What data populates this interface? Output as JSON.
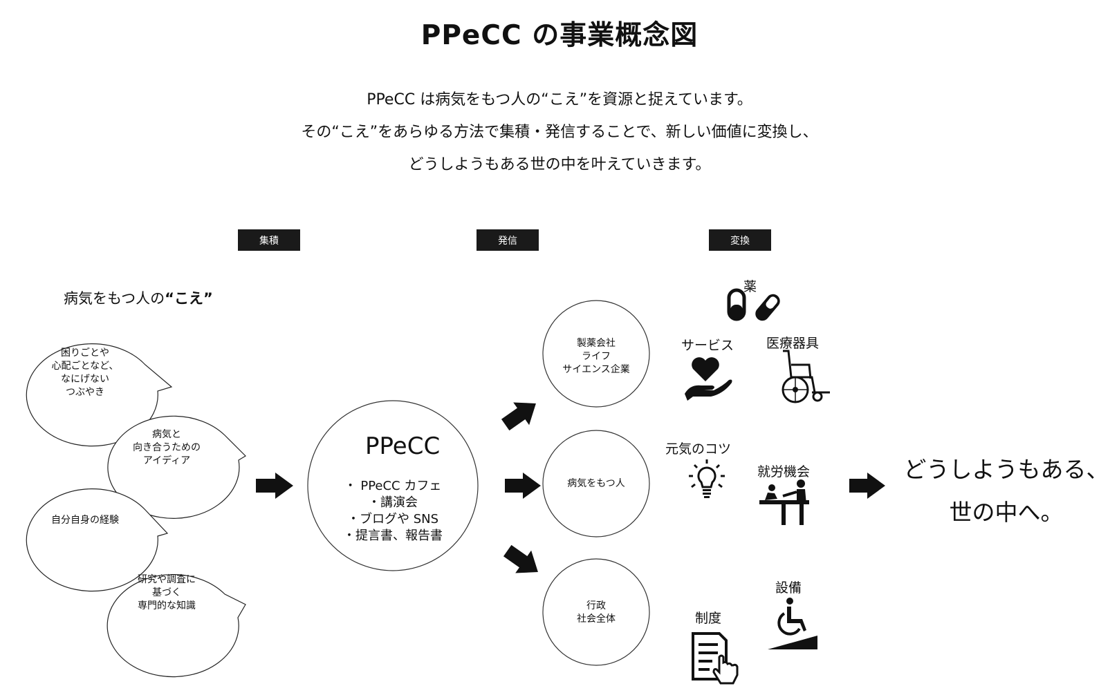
{
  "title": "PPeCC の事業概念図",
  "intro": [
    "PPeCC は病気をもつ人の“こえ”を資源と捉えています。",
    "その“こえ”をあらゆる方法で集積・発信することで、新しい価値に変換し、",
    "どうしようもある世の中を叶えていきます。"
  ],
  "stages": [
    "集積",
    "発信",
    "変換"
  ],
  "voices": {
    "title_plain": "病気をもつ人の",
    "title_bold": "“こえ”",
    "bubbles": [
      "困りごとや\n心配ごとなど、\nなにげない\nつぶやき",
      "病気と\n向き合うための\nアイディア",
      "自分自身の経験",
      "研究や調査に\n基づく\n専門的な知識"
    ]
  },
  "ppecc": {
    "label": "PPeCC",
    "items": "・ PPeCC カフェ\n・講演会\n・ブログや SNS\n・提言書、報告書"
  },
  "receivers": [
    "製薬会社\nライフ\nサイエンス企業",
    "病気をもつ人",
    "行政\n社会全体"
  ],
  "values": {
    "medicine": "薬",
    "service": "サービス",
    "medical_device": "医療器具",
    "tips": "元気のコツ",
    "employment": "就労機会",
    "facility": "設備",
    "system": "制度"
  },
  "result": [
    "どうしようもある、",
    "世の中へ。"
  ]
}
